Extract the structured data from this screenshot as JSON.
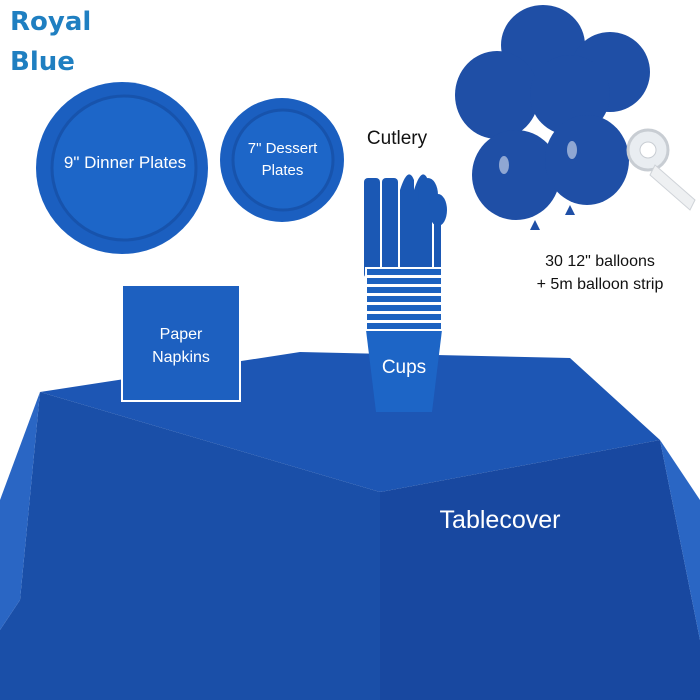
{
  "title": {
    "line1": "Royal",
    "line2": "Blue"
  },
  "labels": {
    "dinner_plates": "9\" Dinner Plates",
    "dessert_plates_1": "7\" Dessert",
    "dessert_plates_2": "Plates",
    "cutlery": "Cutlery",
    "balloons_1": "30 12\" balloons",
    "balloons_2": "+ 5m balloon strip",
    "napkins_1": "Paper",
    "napkins_2": "Napkins",
    "cups": "Cups",
    "tablecover": "Tablecover"
  },
  "colors": {
    "title": "#1f7fc1",
    "plate": "#1b62c4",
    "tablecover": "#1a4fa8",
    "balloon": "#1f4fa6"
  }
}
